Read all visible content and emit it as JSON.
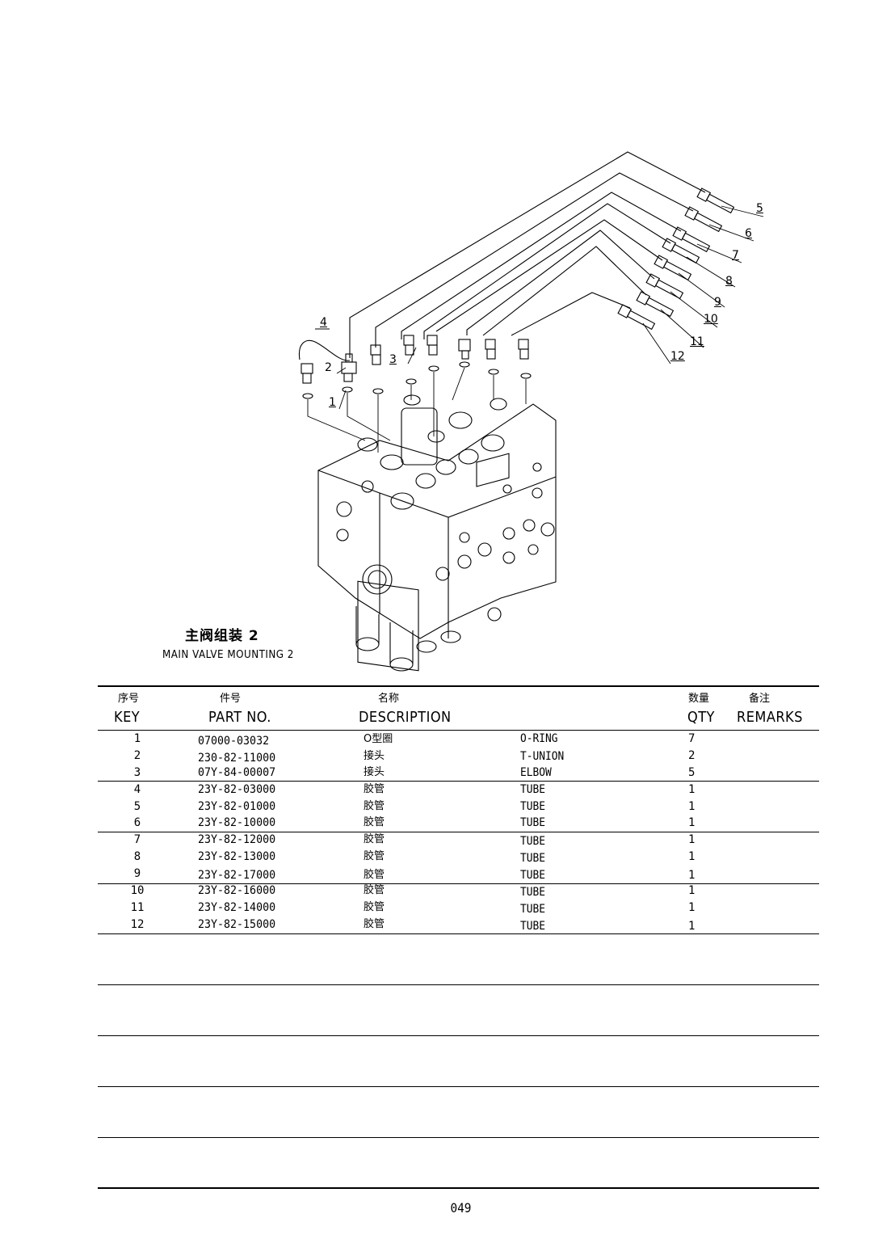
{
  "assembly": {
    "title_cn": "主阀组装 2",
    "title_en": "MAIN VALVE MOUNTING 2"
  },
  "callouts": [
    "1",
    "2",
    "3",
    "4",
    "5",
    "6",
    "7",
    "8",
    "9",
    "10",
    "11",
    "12"
  ],
  "table": {
    "headers_cn": {
      "key": "序号",
      "part": "件号",
      "desc": "名称",
      "qty": "数量",
      "remarks": "备注"
    },
    "headers_en": {
      "key": "KEY",
      "part": "PART NO.",
      "desc": "DESCRIPTION",
      "qty": "QTY",
      "remarks": "REMARKS"
    },
    "rows": [
      {
        "key": "1",
        "part": "07000-03032",
        "cn": "O型圈",
        "en": "O-RING",
        "qty": "7"
      },
      {
        "key": "2",
        "part": "230-82-11000",
        "cn": "接头",
        "en": "T-UNION",
        "qty": "2"
      },
      {
        "key": "3",
        "part": "07Y-84-00007",
        "cn": "接头",
        "en": "ELBOW",
        "qty": "5"
      },
      {
        "key": "4",
        "part": "23Y-82-03000",
        "cn": "胶管",
        "en": "TUBE",
        "qty": "1"
      },
      {
        "key": "5",
        "part": "23Y-82-01000",
        "cn": "胶管",
        "en": "TUBE",
        "qty": "1"
      },
      {
        "key": "6",
        "part": "23Y-82-10000",
        "cn": "胶管",
        "en": "TUBE",
        "qty": "1"
      },
      {
        "key": "7",
        "part": "23Y-82-12000",
        "cn": "胶管",
        "en": "TUBE",
        "qty": "1"
      },
      {
        "key": "8",
        "part": "23Y-82-13000",
        "cn": "胶管",
        "en": "TUBE",
        "qty": "1"
      },
      {
        "key": "9",
        "part": "23Y-82-17000",
        "cn": "胶管",
        "en": "TUBE",
        "qty": "1"
      },
      {
        "key": "10",
        "part": "23Y-82-16000",
        "cn": "胶管",
        "en": "TUBE",
        "qty": "1"
      },
      {
        "key": "11",
        "part": "23Y-82-14000",
        "cn": "胶管",
        "en": "TUBE",
        "qty": "1"
      },
      {
        "key": "12",
        "part": "23Y-82-15000",
        "cn": "胶管",
        "en": "TUBE",
        "qty": "1"
      }
    ]
  },
  "page_number": "049"
}
